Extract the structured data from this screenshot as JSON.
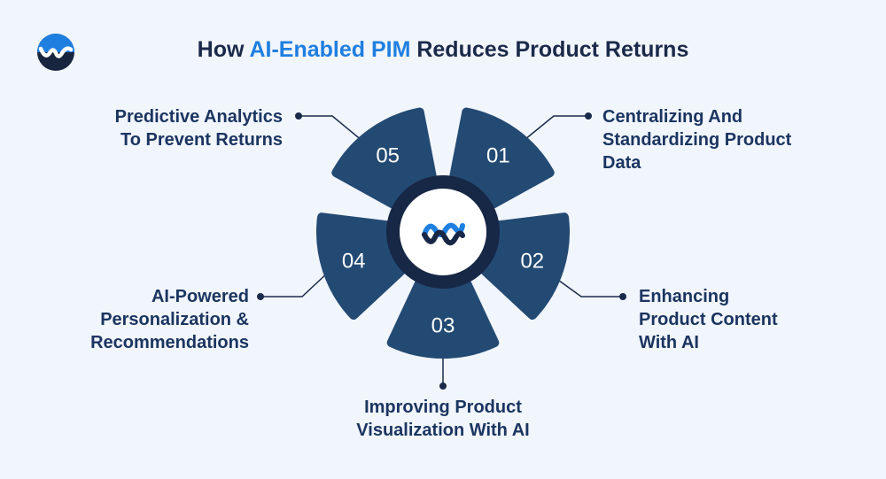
{
  "title": {
    "before": "How ",
    "highlight": "AI-Enabled PIM",
    "after": " Reduces Product Returns"
  },
  "colors": {
    "background": "#f1f5fc",
    "petal": "#234a73",
    "ring": "#172746",
    "highlight": "#1f7fe0",
    "label": "#1b3560"
  },
  "icons": {
    "logo": "wave-logo-icon",
    "center": "wave-logo-icon"
  },
  "steps": [
    {
      "number": "01",
      "label": "Centralizing And\nStandardizing Product\nData"
    },
    {
      "number": "02",
      "label": "Enhancing\nProduct Content\nWith AI"
    },
    {
      "number": "03",
      "label": "Improving Product\nVisualization With AI"
    },
    {
      "number": "04",
      "label": "AI-Powered\nPersonalization &\nRecommendations"
    },
    {
      "number": "05",
      "label": "Predictive Analytics\nTo Prevent Returns"
    }
  ]
}
